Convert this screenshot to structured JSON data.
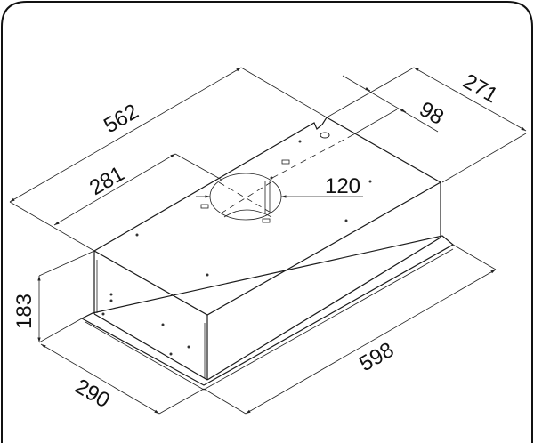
{
  "diagram": {
    "dimensions": {
      "width_top": "562",
      "outlet_offset": "281",
      "outlet_diameter": "120",
      "depth_top": "271",
      "rear_offset": "98",
      "height": "183",
      "depth_bottom": "290",
      "width_bottom": "598"
    },
    "colors": {
      "line": "#222222",
      "background": "#ffffff"
    }
  }
}
